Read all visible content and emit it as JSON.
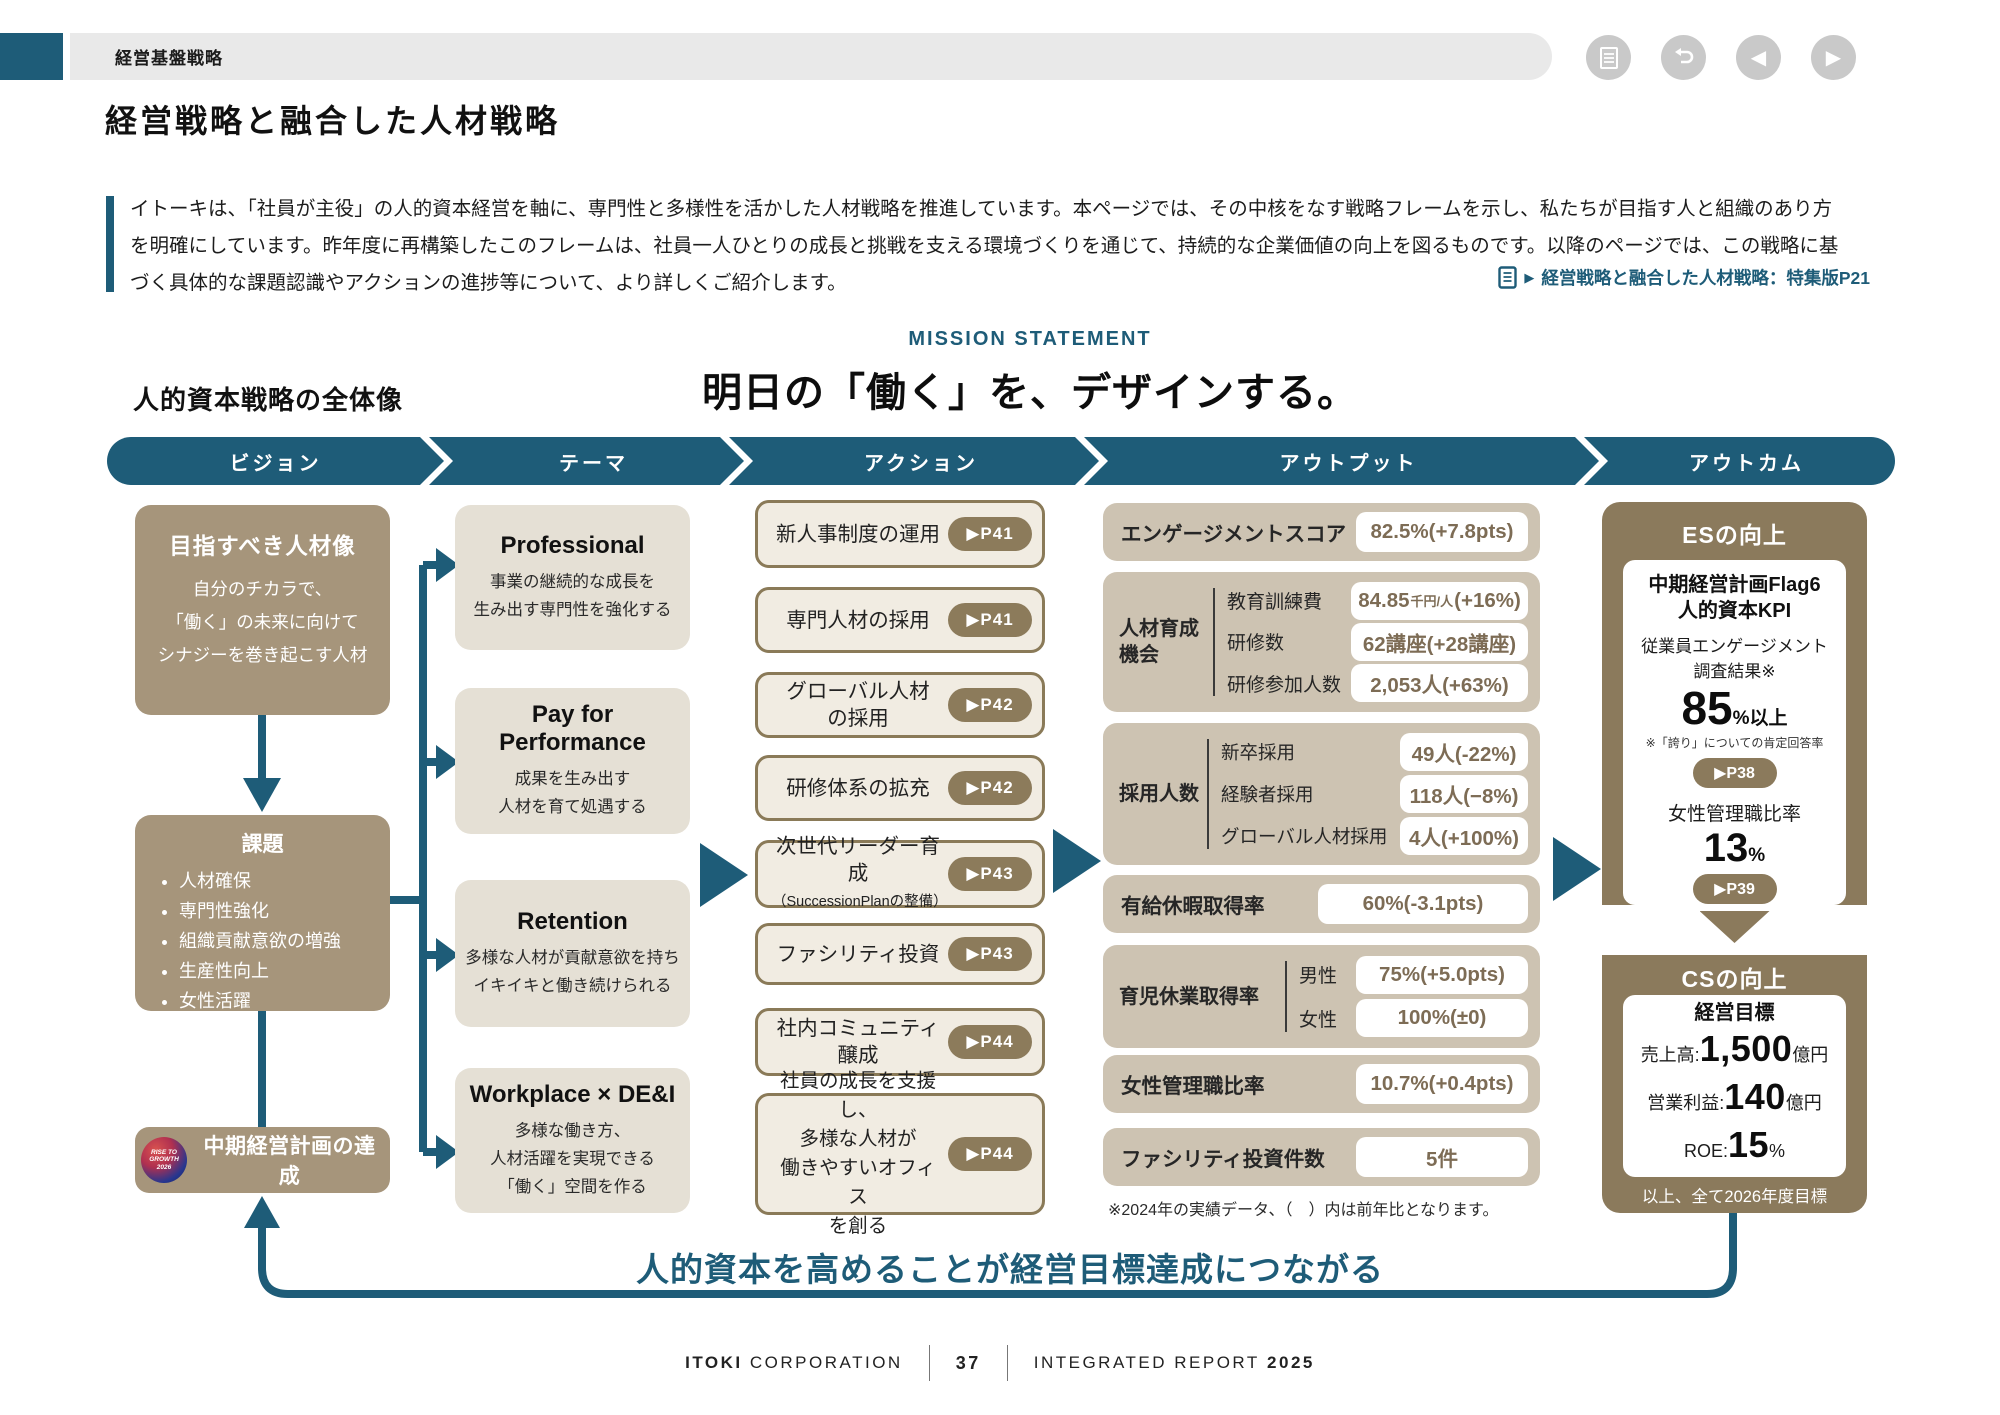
{
  "header": {
    "section_label": "経営基盤戦略",
    "nav": {
      "prev_glyph": "◀",
      "next_glyph": "▶"
    }
  },
  "page": {
    "title": "経営戦略と融合した人材戦略",
    "intro_lines": [
      "イトーキは、「社員が主役」の人的資本経営を軸に、専門性と多様性を活かした人材戦略を推進しています。本ページでは、その中核をなす戦略フレームを示し、私たちが目指す人と組織のあり方",
      "を明確にしています。昨年度に再構築したこのフレームは、社員一人ひとりの成長と挑戦を支える環境づくりを通じて、持続的な企業価値の向上を図るものです。以降のページでは、この戦略に基",
      "づく具体的な課題認識やアクションの進捗等について、より詳しくご紹介します。"
    ],
    "link_arrow": "▶",
    "link_label": "経営戦略と融合した人材戦略：特集版P21"
  },
  "mission": {
    "eyebrow": "MISSION STATEMENT",
    "statement": "明日の「働く」を、デザインする。",
    "overview_label": "人的資本戦略の全体像"
  },
  "flow": [
    "ビジョン",
    "テーマ",
    "アクション",
    "アウトプット",
    "アウトカム"
  ],
  "vision": {
    "persona": {
      "title": "目指すべき人材像",
      "lines": [
        "自分のチカラで、",
        "「働く」の未来に向けて",
        "シナジーを巻き起こす人材"
      ]
    },
    "issues": {
      "title": "課題",
      "items": [
        "人材確保",
        "専門性強化",
        "組織貢献意欲の増強",
        "生産性向上",
        "女性活躍"
      ]
    },
    "midterm": {
      "label": "中期経営計画の達成",
      "badge_lines": [
        "RISE TO",
        "GROWTH",
        "2026"
      ]
    }
  },
  "themes": [
    {
      "title": "Professional",
      "l1": "事業の継続的な成長を",
      "l2": "生み出す専門性を強化する",
      "l3": ""
    },
    {
      "title": "Pay for Performance",
      "l1": "成果を生み出す",
      "l2": "人材を育て処遇する",
      "l3": ""
    },
    {
      "title": "Retention",
      "l1": "多様な人材が貢献意欲を持ち",
      "l2": "イキイキと働き続けられる",
      "l3": ""
    },
    {
      "title": "Workplace × DE&I",
      "l1": "多様な働き方、",
      "l2": "人材活躍を実現できる",
      "l3": "「働く」空間を作る"
    }
  ],
  "actions": [
    {
      "l1": "新人事制度の運用",
      "page": "▶P41"
    },
    {
      "l1": "専門人材の採用",
      "page": "▶P41"
    },
    {
      "l1": "グローバル人材",
      "l2": "の採用",
      "page": "▶P42"
    },
    {
      "l1": "研修体系の拡充",
      "page": "▶P42"
    },
    {
      "l1": "次世代リーダー育成",
      "sub": "（SuccessionPlanの整備）",
      "page": "▶P43"
    },
    {
      "l1": "ファシリティ投資",
      "page": "▶P43"
    },
    {
      "l1": "社内コミュニティ",
      "l2": "醸成",
      "page": "▶P44"
    },
    {
      "l1": "社員の成長を支援し、",
      "l2": "多様な人材が",
      "l3": "働きやすいオフィス",
      "l4": "を創る",
      "page": "▶P44"
    }
  ],
  "outputs": {
    "engagement": {
      "label": "エンゲージメントスコア",
      "value": "82.5%(+7.8pts)"
    },
    "development": {
      "group": "人材育成機会",
      "row0": {
        "label": "教育訓練費",
        "v_big": "84.85",
        "v_small": "千円/人",
        "v_rest": "(+16%)"
      },
      "row1": {
        "label": "研修数",
        "value": "62講座(+28講座)"
      },
      "row2": {
        "label": "研修参加人数",
        "value": "2,053人(+63%)"
      }
    },
    "hiring": {
      "group": "採用人数",
      "row0": {
        "label": "新卒採用",
        "value": "49人(-22%)"
      },
      "row1": {
        "label": "経験者採用",
        "value": "118人(−8%)"
      },
      "row2": {
        "label": "グローバル人材採用",
        "value": "4人(+100%)"
      }
    },
    "paid_leave": {
      "label": "有給休暇取得率",
      "value": "60%(-3.1pts)"
    },
    "childcare": {
      "group": "育児休業取得率",
      "row0": {
        "label": "男性",
        "value": "75%(+5.0pts)"
      },
      "row1": {
        "label": "女性",
        "value": "100%(±0)"
      }
    },
    "women_mgr": {
      "label": "女性管理職比率",
      "value": "10.7%(+0.4pts)"
    },
    "facility": {
      "label": "ファシリティ投資件数",
      "value": "5件"
    },
    "note": "※2024年の実績データ、（　）内は前年比となります。"
  },
  "outcome": {
    "es": {
      "title": "ESの向上",
      "kpi_title_l1": "中期経営計画Flag6",
      "kpi_title_l2": "人的資本KPI",
      "survey_l1": "従業員エンゲージメント",
      "survey_l2": "調査結果※",
      "survey_big": "85",
      "survey_unit": "%以上",
      "survey_note": "※「誇り」についての肯定回答率",
      "survey_page": "▶P38",
      "women_label": "女性管理職比率",
      "women_big": "13",
      "women_unit": "%",
      "women_page": "▶P39"
    },
    "cs": {
      "title": "CSの向上",
      "goal_title": "経営目標",
      "goal0": {
        "prefix": "売上高:",
        "big": "1,500",
        "suffix": "億円"
      },
      "goal1": {
        "prefix": "営業利益:",
        "big": "140",
        "suffix": "億円"
      },
      "goal2": {
        "prefix": "ROE:",
        "big": "15",
        "suffix": "%"
      },
      "footnote": "以上、全て2026年度目標"
    }
  },
  "bottom_statement": "人的資本を高めることが経営目標達成につながる",
  "footer": {
    "company_bold": "ITOKI",
    "company_rest": "CORPORATION",
    "page_no": "37",
    "report": "INTEGRATED REPORT",
    "year": "2025"
  },
  "colors": {
    "teal": "#1E5C78",
    "khaki": "#8B7A5C",
    "vision_brown": "#A6957B",
    "theme_beige": "#E5E0D5",
    "output_beige": "#CDC3B2",
    "action_border": "#8A7A58",
    "pill_brown": "#8C7B5B",
    "value_text": "#7D6C55"
  }
}
